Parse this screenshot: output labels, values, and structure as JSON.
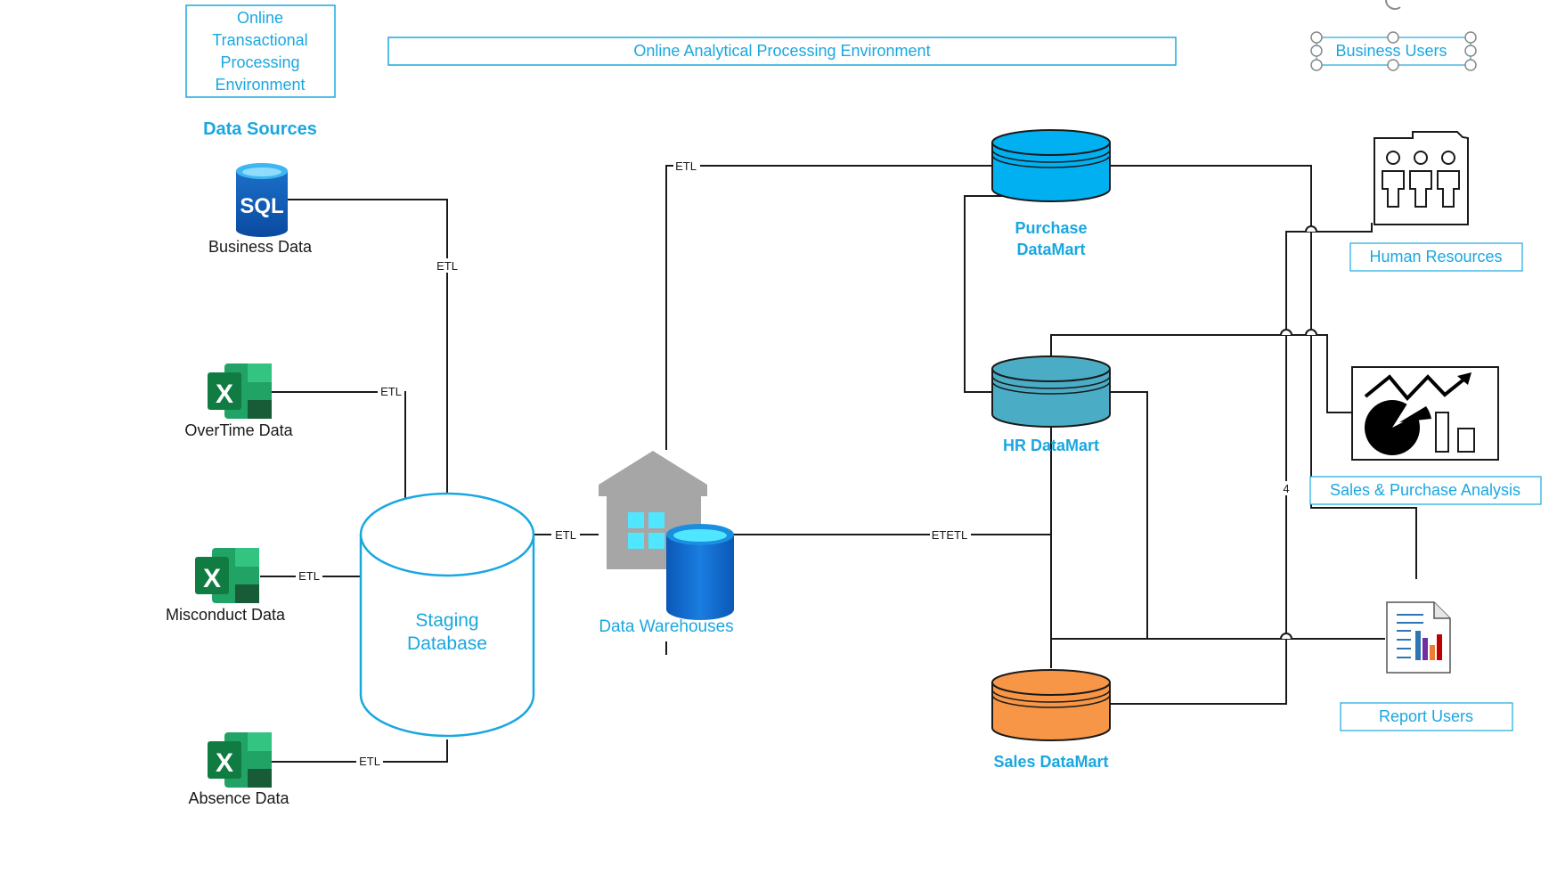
{
  "header": {
    "oltp_env_lines": [
      "Online",
      "Transactional",
      "Processing",
      "Environment"
    ],
    "olap_env": "Online Analytical Processing Environment",
    "business_users": "Business Users",
    "data_sources": "Data Sources"
  },
  "sources": {
    "business_data": "Business Data",
    "overtime_data": "OverTime Data",
    "misconduct_data": "Misconduct Data",
    "absence_data": "Absence Data",
    "sql_icon_text": "SQL",
    "excel_icon_text": "X"
  },
  "staging": {
    "line1": "Staging",
    "line2": "Database"
  },
  "warehouse": {
    "label": "Data Warehouses"
  },
  "datamarts": {
    "purchase_line1": "Purchase",
    "purchase_line2": "DataMart",
    "hr": "HR DataMart",
    "sales": "Sales DataMart"
  },
  "users": {
    "human_resources": "Human Resources",
    "sales_purchase_analysis": "Sales & Purchase Analysis",
    "report_users": "Report Users"
  },
  "etl_labels": {
    "etl": "ETL",
    "etl_double": "ETETL",
    "connector_count": "4"
  },
  "colors": {
    "accent_blue": "#1aa7e0",
    "purchase_fill": "#00b0f0",
    "hr_fill": "#4bacc6",
    "sales_fill": "#f79646",
    "excel_green": "#1f7244",
    "warehouse_gray": "#a6a6a6"
  },
  "icons": [
    "sql-database-icon",
    "excel-icon",
    "warehouse-icon",
    "database-icon",
    "people-icon",
    "analytics-icon",
    "report-icon"
  ]
}
